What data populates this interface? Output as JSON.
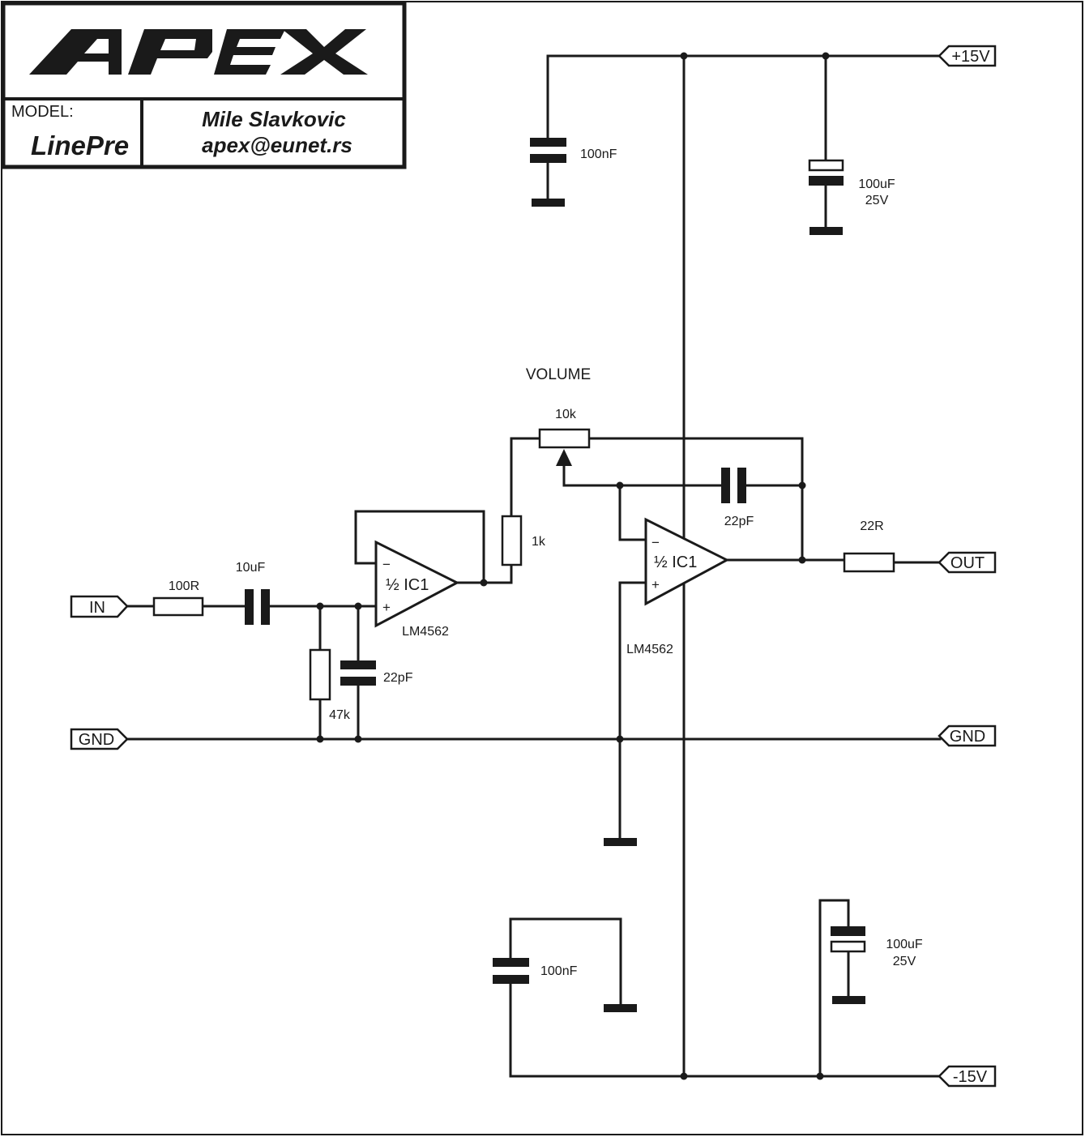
{
  "title_block": {
    "logo_text": "APEX",
    "model_label": "MODEL:",
    "model_name": "LinePre",
    "author_name": "Mile Slavkovic",
    "author_email": "apex@eunet.rs"
  },
  "ports": {
    "in": "IN",
    "gnd_left": "GND",
    "gnd_right": "GND",
    "out": "OUT",
    "vplus": "+15V",
    "vminus": "-15V"
  },
  "components": {
    "r_input": "100R",
    "c_input": "10uF",
    "r_bias": "47k",
    "c_input_filter": "22pF",
    "opamp1_name": "½ IC1",
    "opamp1_part": "LM4562",
    "r_series": "1k",
    "volume_label": "VOLUME",
    "pot_value": "10k",
    "c_feedback": "22pF",
    "opamp2_name": "½ IC1",
    "opamp2_part": "LM4562",
    "r_output": "22R",
    "c_decouple_pos": "100nF",
    "c_bulk_pos_value": "100uF",
    "c_bulk_pos_voltage": "25V",
    "c_decouple_neg": "100nF",
    "c_bulk_neg_value": "100uF",
    "c_bulk_neg_voltage": "25V"
  },
  "pin_marks": {
    "inverting": "−",
    "non_inverting": "+"
  }
}
